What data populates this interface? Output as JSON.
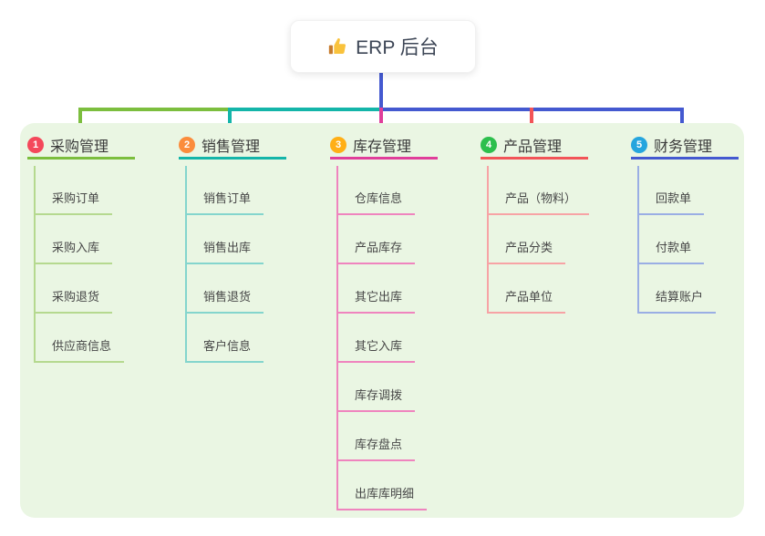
{
  "root": {
    "label": "ERP 后台",
    "icon": "thumbs-up"
  },
  "connectors": {
    "root_drop": "background:#4459D0",
    "seg_left": "background:#7CBE3E",
    "seg_mid": "background:#14B5A9",
    "seg_right": "background:#4459D0",
    "drop_1": "background:#7CBE3E",
    "drop_2": "background:#14B5A9",
    "drop_3": "background:#E03E9A",
    "drop_4": "background:#F25458",
    "drop_5": "background:#4459D0"
  },
  "panel_color": "#EAF6E3",
  "branches": [
    {
      "number": "1",
      "title": "采购管理",
      "style_vars": "--accent:#7CBE3E;--light:#B5D98F;--badge:#F4485B",
      "items": [
        "采购订单",
        "采购入库",
        "采购退货",
        "供应商信息"
      ]
    },
    {
      "number": "2",
      "title": "销售管理",
      "style_vars": "--accent:#14B5A9;--light:#84D5CD;--badge:#FB8C3C",
      "items": [
        "销售订单",
        "销售出库",
        "销售退货",
        "客户信息"
      ]
    },
    {
      "number": "3",
      "title": "库存管理",
      "style_vars": "--accent:#E03E9A;--light:#EF84BE;--badge:#FFAF16",
      "items": [
        "仓库信息",
        "产品库存",
        "其它出库",
        "其它入库",
        "库存调拨",
        "库存盘点",
        "出库库明细"
      ]
    },
    {
      "number": "4",
      "title": "产品管理",
      "style_vars": "--accent:#F25458;--light:#F7A3A5;--badge:#2DBF4D",
      "items": [
        "产品（物料）",
        "产品分类",
        "产品单位"
      ]
    },
    {
      "number": "5",
      "title": "财务管理",
      "style_vars": "--accent:#4459D0;--light:#9AAEE4;--badge:#25A5DE",
      "items": [
        "回款单",
        "付款单",
        "结算账户"
      ]
    }
  ]
}
